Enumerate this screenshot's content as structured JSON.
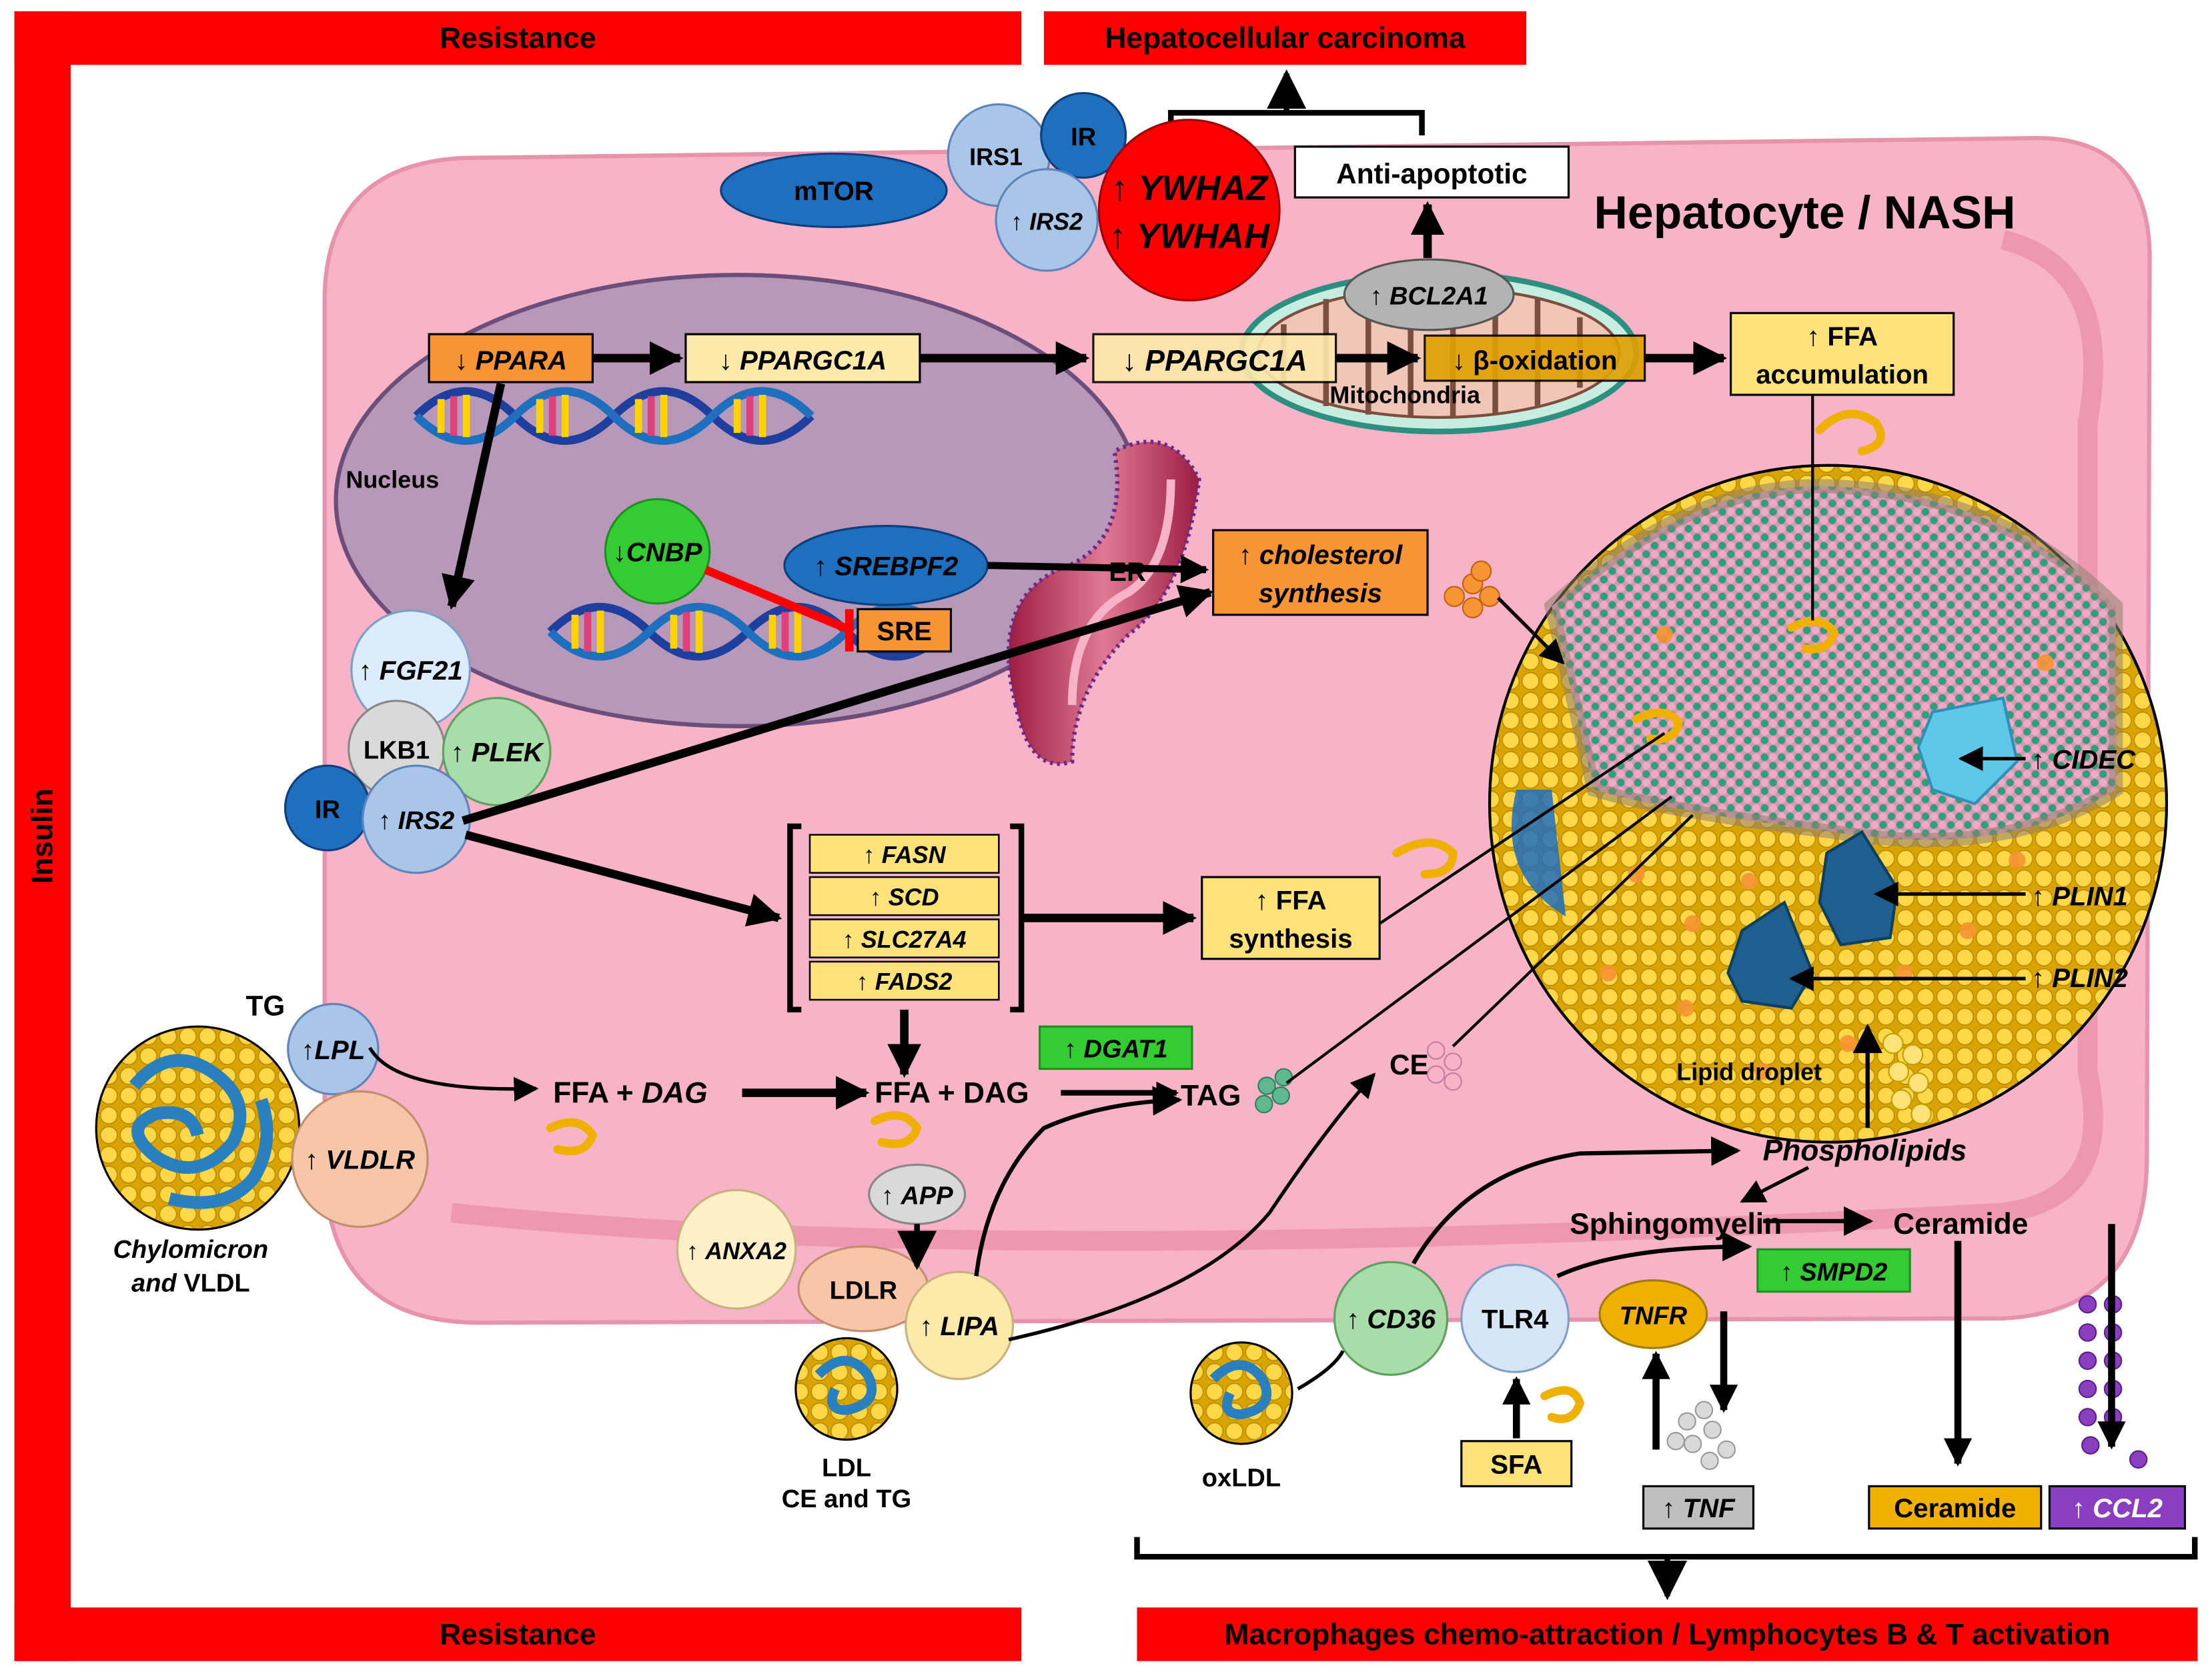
{
  "frame": {
    "resistance_top": "Resistance",
    "resistance_bottom": "Resistance",
    "insulin": "Insulin",
    "hcc": "Hepatocellular carcinoma",
    "macrophages": "Macrophages chemo-attraction / Lymphocytes B & T activation"
  },
  "cell": {
    "title": "Hepatocyte / NASH",
    "nucleus": "Nucleus",
    "er": "ER",
    "mitochondria": "Mitochondria",
    "lipid_droplet": "Lipid droplet"
  },
  "labels": {
    "ppara_arrow": "↓",
    "ppara": "PPARA",
    "ppargc1a_n_arrow": "↓",
    "ppargc1a_n": "PPARGC1A",
    "ppargc1a_m_arrow": "↓",
    "ppargc1a_m": "PPARGC1A",
    "boxid_arrow": "↓",
    "boxid": "β-oxidation",
    "ffa_acc_1": "↑ FFA",
    "ffa_acc_2": "accumulation",
    "anti_apoptotic": "Anti-apoptotic",
    "bcl2a1_arrow": "↑",
    "bcl2a1": "BCL2A1",
    "mtor": "mTOR",
    "irs1": "IRS1",
    "ir_top": "IR",
    "irs2_top_arrow": "↑",
    "irs2_top": "IRS2",
    "ywhaz_arrow": "↑",
    "ywhaz": "YWHAZ",
    "ywhah_arrow": "↑",
    "ywhah": "YWHAH",
    "cnbp_arrow": "↓",
    "cnbp": "CNBP",
    "srebpf2_arrow": "↑",
    "srebpf2": "SREBPF2",
    "sre": "SRE",
    "chol_1_arrow": "↑",
    "chol_1": "cholesterol",
    "chol_2": "synthesis",
    "fgf21_arrow": "↑",
    "fgf21": "FGF21",
    "lkb1": "LKB1",
    "plek_arrow": "↑",
    "plek": "PLEK",
    "ir_left": "IR",
    "irs2_left_arrow": "↑",
    "irs2_left": "IRS2",
    "fasn_arrow": "↑",
    "fasn": "FASN",
    "scd_arrow": "↑",
    "scd": "SCD",
    "slc27a4_arrow": "↑",
    "slc27a4": "SLC27A4",
    "fads2_arrow": "↑",
    "fads2": "FADS2",
    "ffa_syn_1": "↑ FFA",
    "ffa_syn_2": "synthesis",
    "cidec_arrow": "↑",
    "cidec": "CIDEC",
    "plin1_arrow": "↑",
    "plin1": "PLIN1",
    "plin2_arrow": "↑",
    "plin2": "PLIN2",
    "tg": "TG",
    "lpl_arrow": "↑",
    "lpl": "LPL",
    "vldlr_arrow": "↑",
    "vldlr": "VLDLR",
    "chylo_1": "Chylomicron",
    "chylo_2a": "and",
    "chylo_2b": " VLDL",
    "ffa_dag_1a": "FFA + ",
    "ffa_dag_1b": "DAG",
    "ffa_dag_2": "FFA + DAG",
    "dgat1_arrow": "↑",
    "dgat1": "DGAT1",
    "tag": "TAG",
    "ce": "CE",
    "app_arrow": "↑",
    "app": "APP",
    "anxa2_arrow": "↑",
    "anxa2": "ANXA2",
    "ldlr": "LDLR",
    "lipa_arrow": "↑",
    "lipa": "LIPA",
    "ldl_1": "LDL",
    "ldl_2": "CE and TG",
    "cd36_arrow": "↑",
    "cd36": "CD36",
    "tlr4": "TLR4",
    "tnfr": "TNFR",
    "oxldl": "oxLDL",
    "sfa": "SFA",
    "tnf_arrow": "↑",
    "tnf": "TNF",
    "phospholipids": "Phospholipids",
    "sphingomyelin": "Sphingomyelin",
    "ceramide_in": "Ceramide",
    "smpd2_arrow": "↑",
    "smpd2": "SMPD2",
    "ceramide_out": "Ceramide",
    "ccl2_arrow": "↑",
    "ccl2": "CCL2"
  },
  "colors": {
    "frame_red": "#ff0000",
    "cell_pink": "#f7b3c8",
    "nucleus_purple": "#b898b8",
    "orange_box": "#f79433",
    "light_yellow_box": "#fde9a9",
    "yellow_box": "#fde27a",
    "green_box": "#33cc33",
    "blue_dark": "#1f6fbf",
    "blue_light": "#a9c5e8",
    "purple": "#8a3fc0"
  }
}
